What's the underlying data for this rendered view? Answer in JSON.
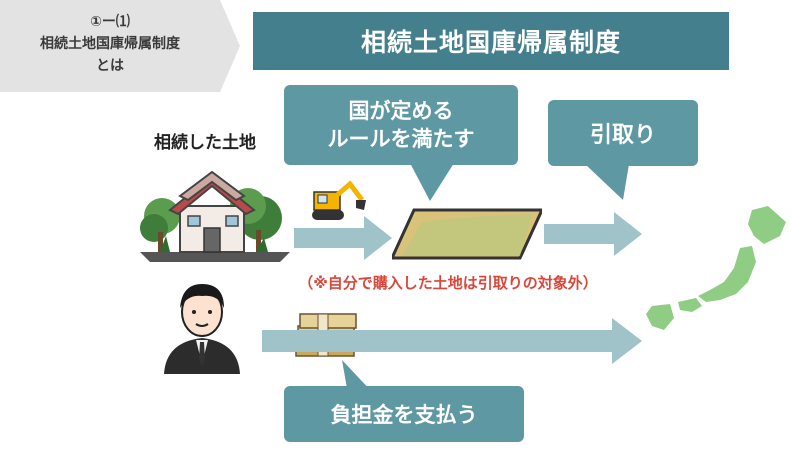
{
  "section": {
    "number": "①ー⑴",
    "line1": "相続土地国庫帰属制度",
    "line2": "とは"
  },
  "title": "相続土地国庫帰属制度",
  "land_label": "相続した土地",
  "rule_bubble": {
    "line1": "国が定める",
    "line2": "ルールを満たす"
  },
  "take_bubble": "引取り",
  "note": "（※自分で購入した土地は引取りの対象外）",
  "pay_bubble": "負担金を支払う",
  "colors": {
    "title_bg": "#437f8d",
    "bubble_bg": "#5e98a3",
    "arrow": "#9fc3c8",
    "note": "#d9473b",
    "japan": "#8fcc84"
  }
}
